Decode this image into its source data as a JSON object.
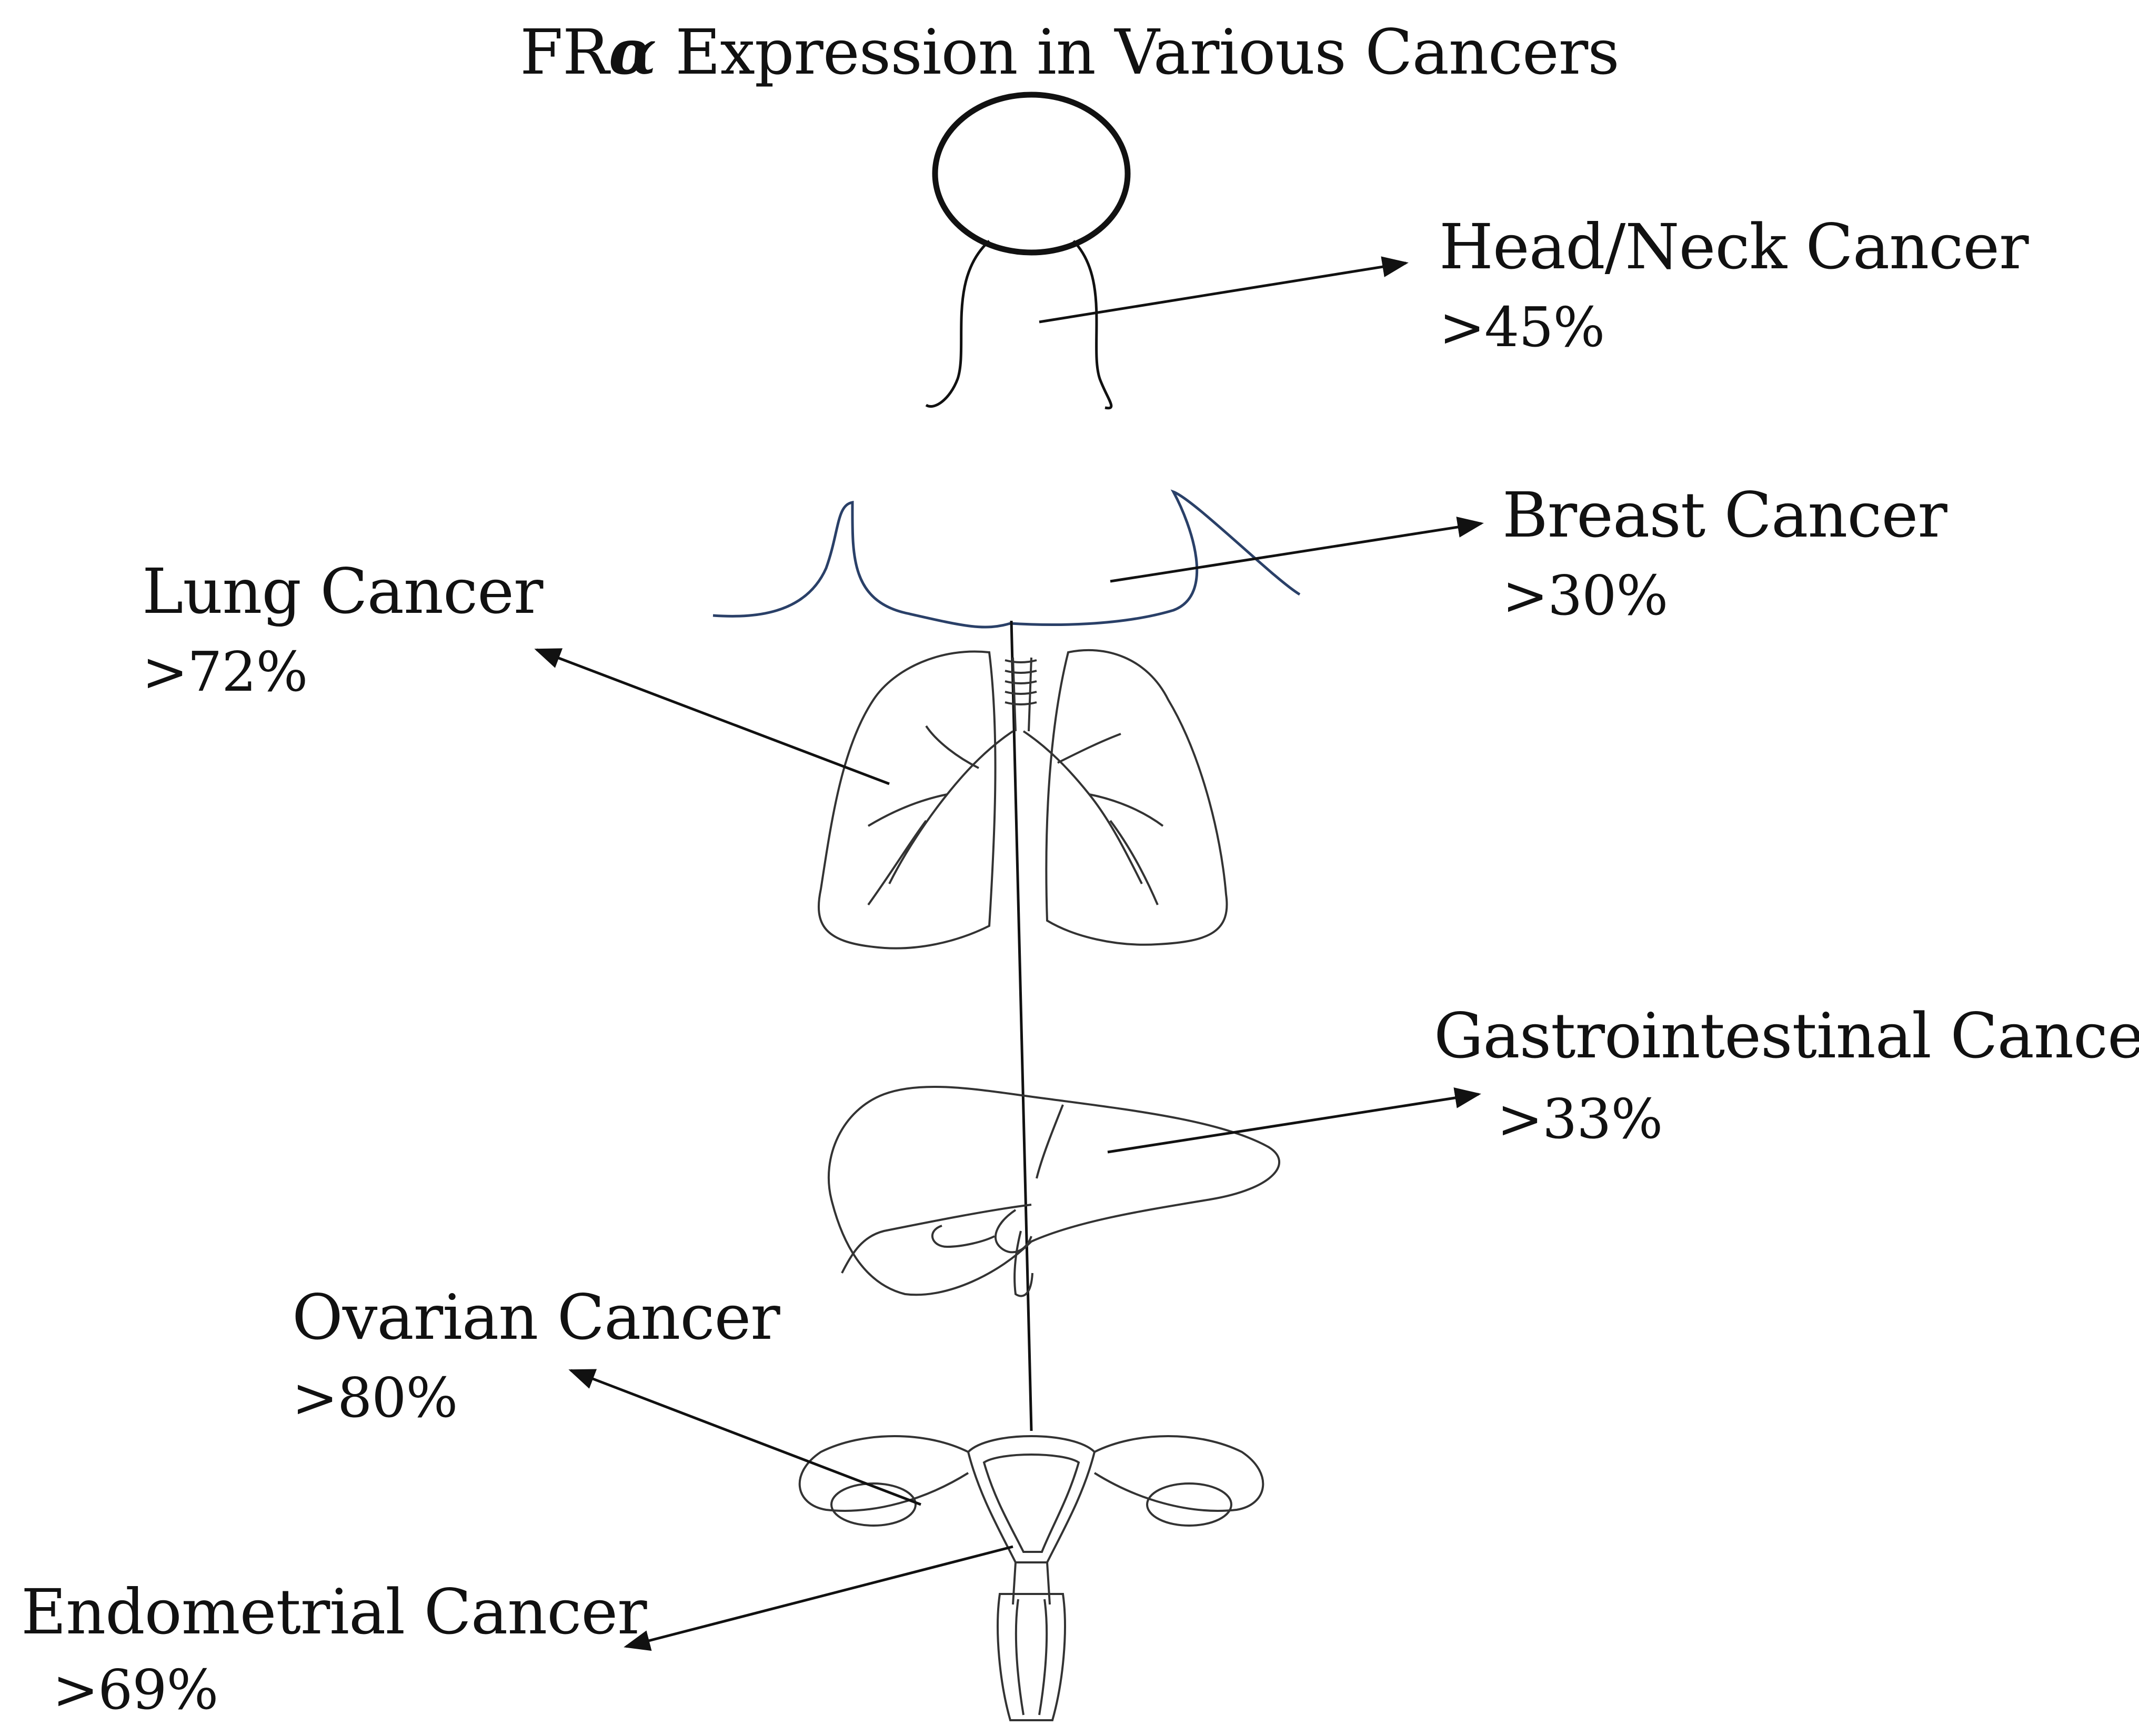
{
  "title": {
    "prefix": "FR",
    "symbol": "α",
    "suffix": " Expression in Various Cancers"
  },
  "labels": [
    {
      "id": "head-neck",
      "name": "Head/Neck Cancer",
      "value": ">45%"
    },
    {
      "id": "breast",
      "name": "Breast Cancer",
      "value": ">30%"
    },
    {
      "id": "lung",
      "name": "Lung Cancer",
      "value": ">72%"
    },
    {
      "id": "gastro",
      "name": "Gastrointestinal Cancer",
      "value": ">33%"
    },
    {
      "id": "ovarian",
      "name": "Ovarian Cancer",
      "value": ">80%"
    },
    {
      "id": "endometrial",
      "name": "Endometrial Cancer",
      "value": ">69%"
    }
  ],
  "colors": {
    "ink": "#111111",
    "chest": "#2a4068",
    "organ": "#333333"
  }
}
